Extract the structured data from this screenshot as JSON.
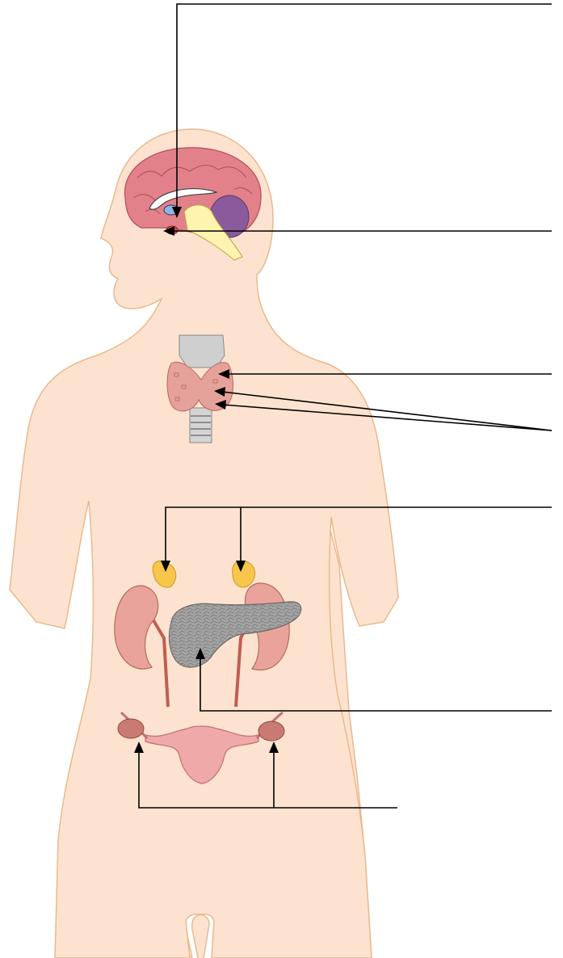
{
  "diagram": {
    "labels": [],
    "structures": [
      {
        "name": "hypothalamus"
      },
      {
        "name": "pituitary-gland"
      },
      {
        "name": "thyroid-gland"
      },
      {
        "name": "parathyroid-glands"
      },
      {
        "name": "adrenal-glands"
      },
      {
        "name": "pancreas"
      },
      {
        "name": "ovaries"
      }
    ],
    "colors": {
      "skin": "#fde3cf",
      "skin_outline": "#e8b98e",
      "brain": "#e3818a",
      "cerebellum": "#8a5a9c",
      "thyroid": "#e5a29a",
      "trachea": "#c8c8c8",
      "adrenal": "#f7c64a",
      "kidney": "#e9a39a",
      "pancreas": "#9a9a9a",
      "uterus": "#f0a9a9",
      "ovary": "#c97a72",
      "leader_lines": "#000000"
    }
  }
}
